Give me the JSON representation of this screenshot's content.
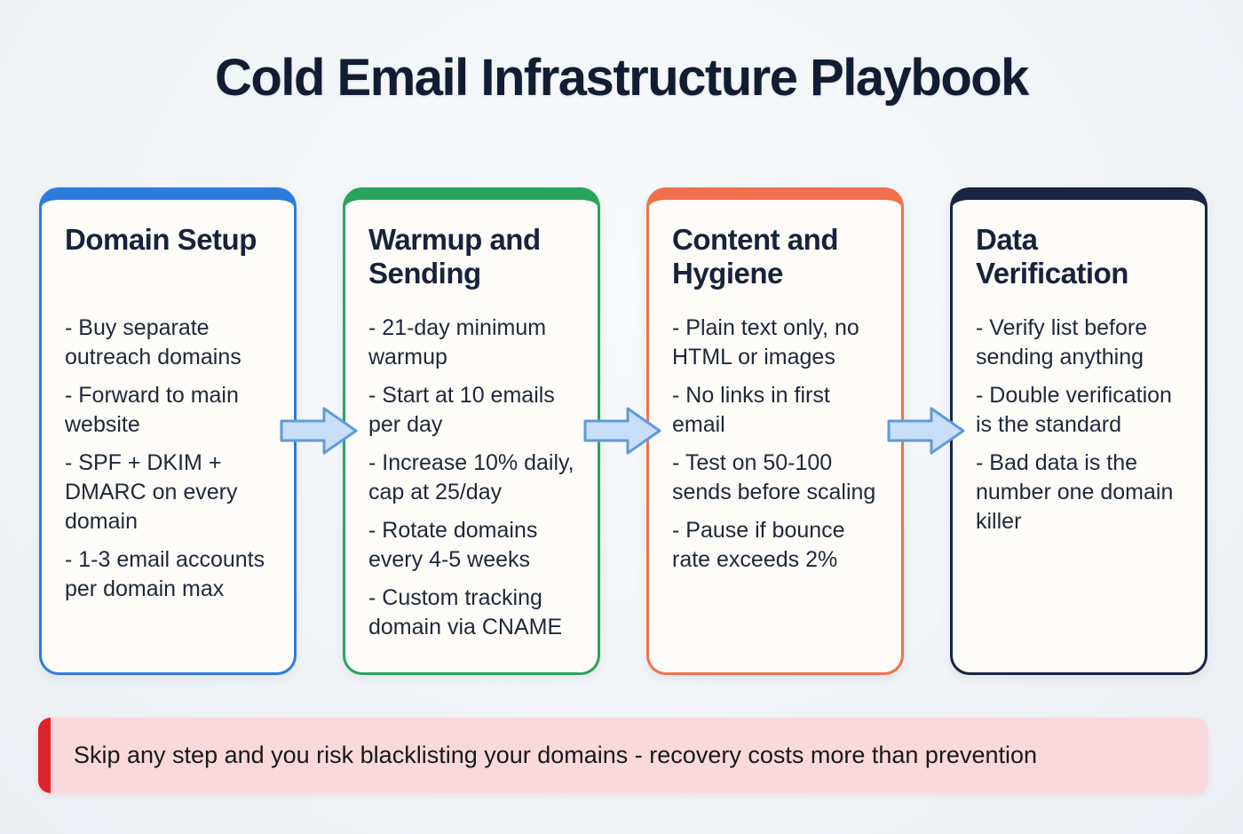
{
  "page": {
    "title": "Cold Email Infrastructure Playbook",
    "background_color": "#F1F4F7",
    "title_color": "#121D33"
  },
  "cards": [
    {
      "title": "Domain Setup",
      "accent": "#2E7BDE",
      "items": [
        "- Buy separate outreach domains",
        "- Forward to main website",
        "- SPF + DKIM + DMARC on every domain",
        "- 1-3 email accounts per domain max"
      ]
    },
    {
      "title": "Warmup and Sending",
      "accent": "#27A55C",
      "items": [
        "- 21-day minimum warmup",
        "- Start at 10 emails per day",
        "- Increase 10% daily, cap at 25/day",
        "- Rotate domains every 4-5 weeks",
        "- Custom tracking domain via CNAME"
      ]
    },
    {
      "title": "Content and Hygiene",
      "accent": "#F0714C",
      "items": [
        "- Plain text only, no HTML or images",
        "- No links in first email",
        "- Test on 50-100 sends before scaling",
        "- Pause if bounce rate exceeds 2%"
      ]
    },
    {
      "title": "Data Verification",
      "accent": "#1B2440",
      "items": [
        "- Verify list before sending anything",
        "- Double verification is the standard",
        "- Bad data is the number one domain killer"
      ]
    }
  ],
  "arrows": {
    "fill": "#C9DEF8",
    "stroke": "#5E9BD8"
  },
  "banner": {
    "text": "Skip any step and you risk blacklisting your domains - recovery costs more than prevention",
    "background": "#F9D9DB",
    "bar_color": "#E0222A",
    "text_color": "#17181C"
  }
}
